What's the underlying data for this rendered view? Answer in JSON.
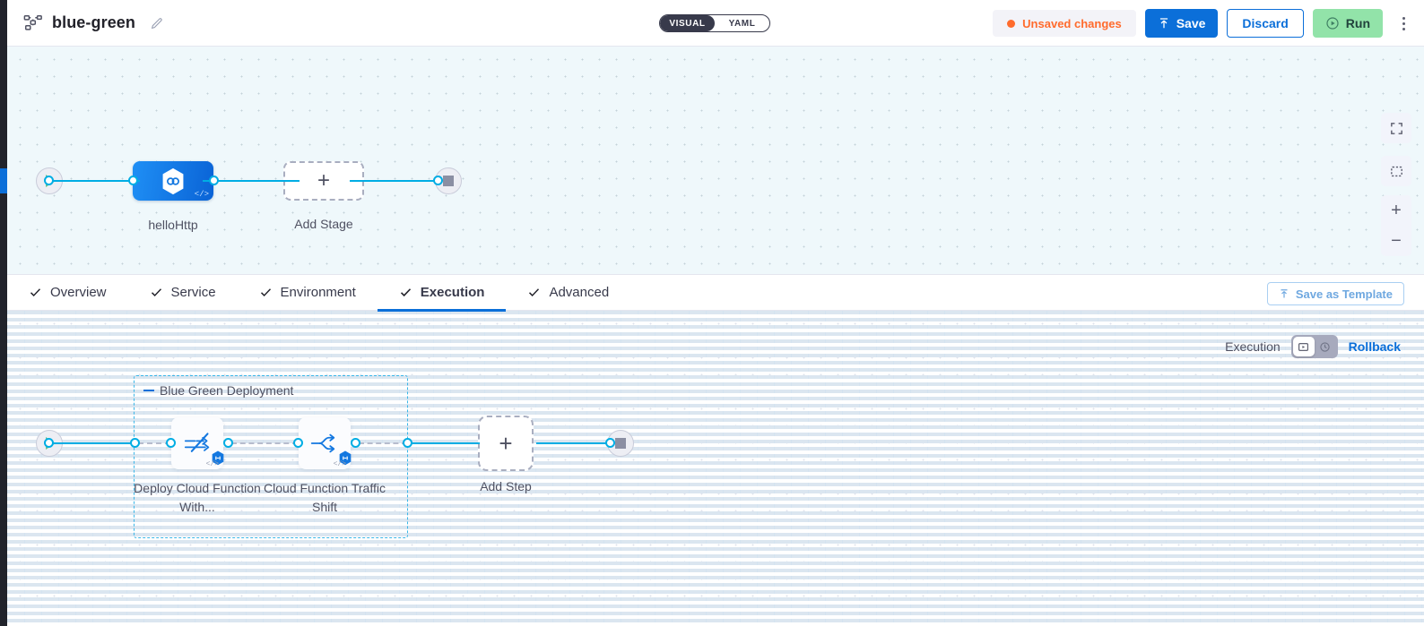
{
  "header": {
    "pipeline_icon": "pipeline-nodes-icon",
    "title": "blue-green",
    "edit_icon": "pencil-icon",
    "view_toggle": {
      "visual_label": "VISUAL",
      "yaml_label": "YAML",
      "selected": "VISUAL"
    },
    "unsaved_label": "Unsaved changes",
    "save_label": "Save",
    "discard_label": "Discard",
    "run_label": "Run",
    "menu_icon": "kebab-menu-icon",
    "colors": {
      "accent_blue": "#0b6fd9",
      "unsaved_orange": "#ff6b2c",
      "run_green": "#92e3a9",
      "toggle_dark": "#383a4b"
    }
  },
  "stage_canvas": {
    "start_node": "start-play-icon",
    "end_node": "end-stop-icon",
    "stage": {
      "name": "helloHttp",
      "icon": "harness-hexagon-icon",
      "code_badge": "</>"
    },
    "add_stage_label": "Add Stage",
    "controls": {
      "fit_icon": "fit-to-screen-icon",
      "select_icon": "selection-box-icon",
      "zoom_in": "+",
      "zoom_out": "−"
    }
  },
  "tabs": {
    "items": [
      {
        "label": "Overview",
        "active": false,
        "checked": true
      },
      {
        "label": "Service",
        "active": false,
        "checked": true
      },
      {
        "label": "Environment",
        "active": false,
        "checked": true
      },
      {
        "label": "Execution",
        "active": true,
        "checked": true
      },
      {
        "label": "Advanced",
        "active": false,
        "checked": true
      }
    ],
    "save_as_template_label": "Save as Template",
    "save_as_template_icon": "upload-icon"
  },
  "execution_panel": {
    "mode_label": "Execution",
    "mode_toggle_left_icon": "execution-icon",
    "mode_toggle_right_icon": "rollback-icon",
    "rollback_label": "Rollback",
    "selected_mode": "Execution",
    "group": {
      "title": "Blue Green Deployment",
      "collapse_icon": "collapse-dash-icon",
      "steps": [
        {
          "label": "Deploy Cloud Function With...",
          "icon": "deploy-cloud-function-icon",
          "badge": "gcp-badge-icon",
          "code_badge": "</>"
        },
        {
          "label": "Cloud Function Traffic Shift",
          "icon": "traffic-shift-icon",
          "badge": "gcp-badge-icon",
          "code_badge": "</>"
        }
      ]
    },
    "add_step_label": "Add Step",
    "start_node": "start-play-icon",
    "end_node": "end-stop-icon"
  }
}
